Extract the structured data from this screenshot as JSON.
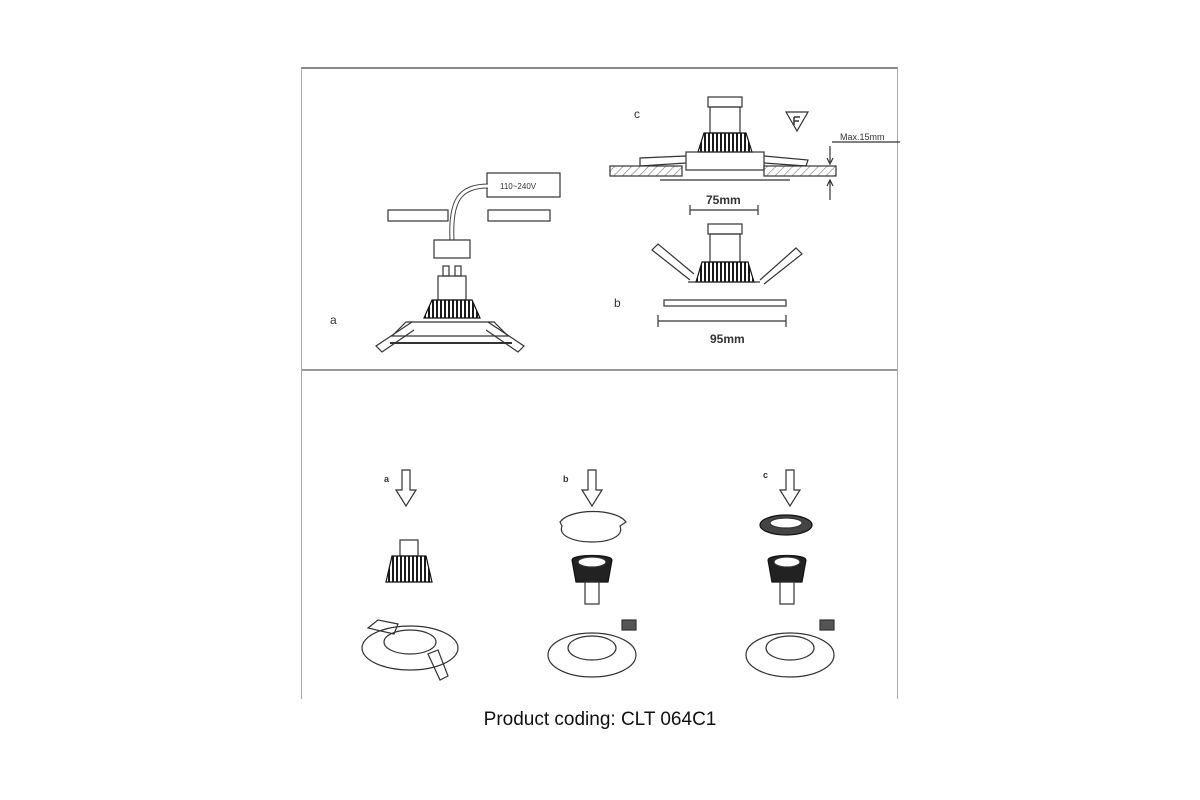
{
  "panels": {
    "top": {
      "a": {
        "label": "a",
        "voltage": "110~240V"
      },
      "b": {
        "label": "b",
        "dimension": "95mm"
      },
      "c": {
        "label": "c",
        "dimension": "75mm",
        "max_thickness": "Max.15mm"
      }
    },
    "bottom": {
      "a": {
        "label": "a"
      },
      "b": {
        "label": "b"
      },
      "c": {
        "label": "c"
      }
    }
  },
  "caption": "Product coding: CLT 064C1",
  "colors": {
    "line": "#333333",
    "dark": "#1a1a1a",
    "frame": "#999999",
    "hatch": "#777777"
  }
}
